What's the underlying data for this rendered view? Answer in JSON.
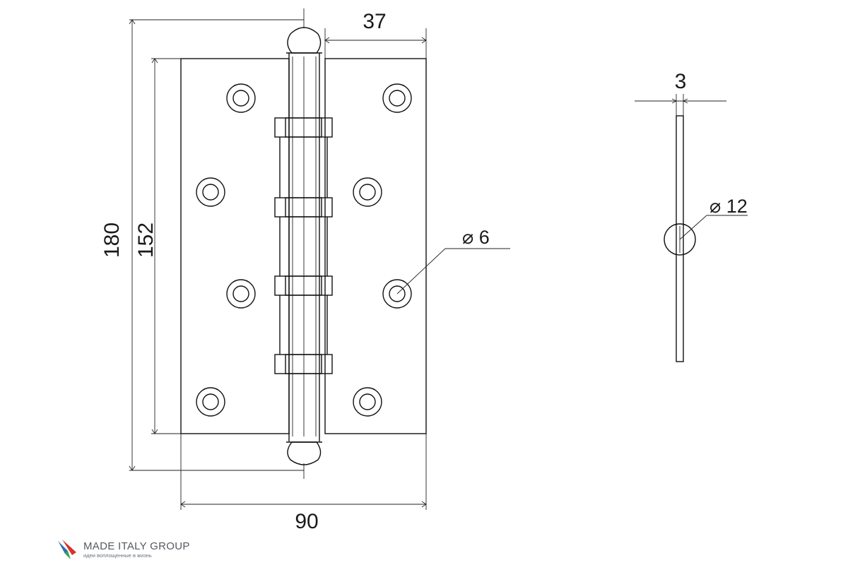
{
  "drawing": {
    "dimensions": {
      "overall_height": "180",
      "leaf_height": "152",
      "leaf_width": "37",
      "open_width": "90",
      "hole_diameter": "⌀ 6",
      "thickness": "3",
      "knuckle_diameter": "⌀ 12"
    },
    "colors": {
      "line": "#111111",
      "logo_blue": "#2d6fb8",
      "logo_red": "#d8322e",
      "logo_green": "#3aa54a"
    }
  },
  "logo": {
    "name": "MADE ITALY GROUP",
    "tagline": "идеи воплощенные в жизнь"
  }
}
